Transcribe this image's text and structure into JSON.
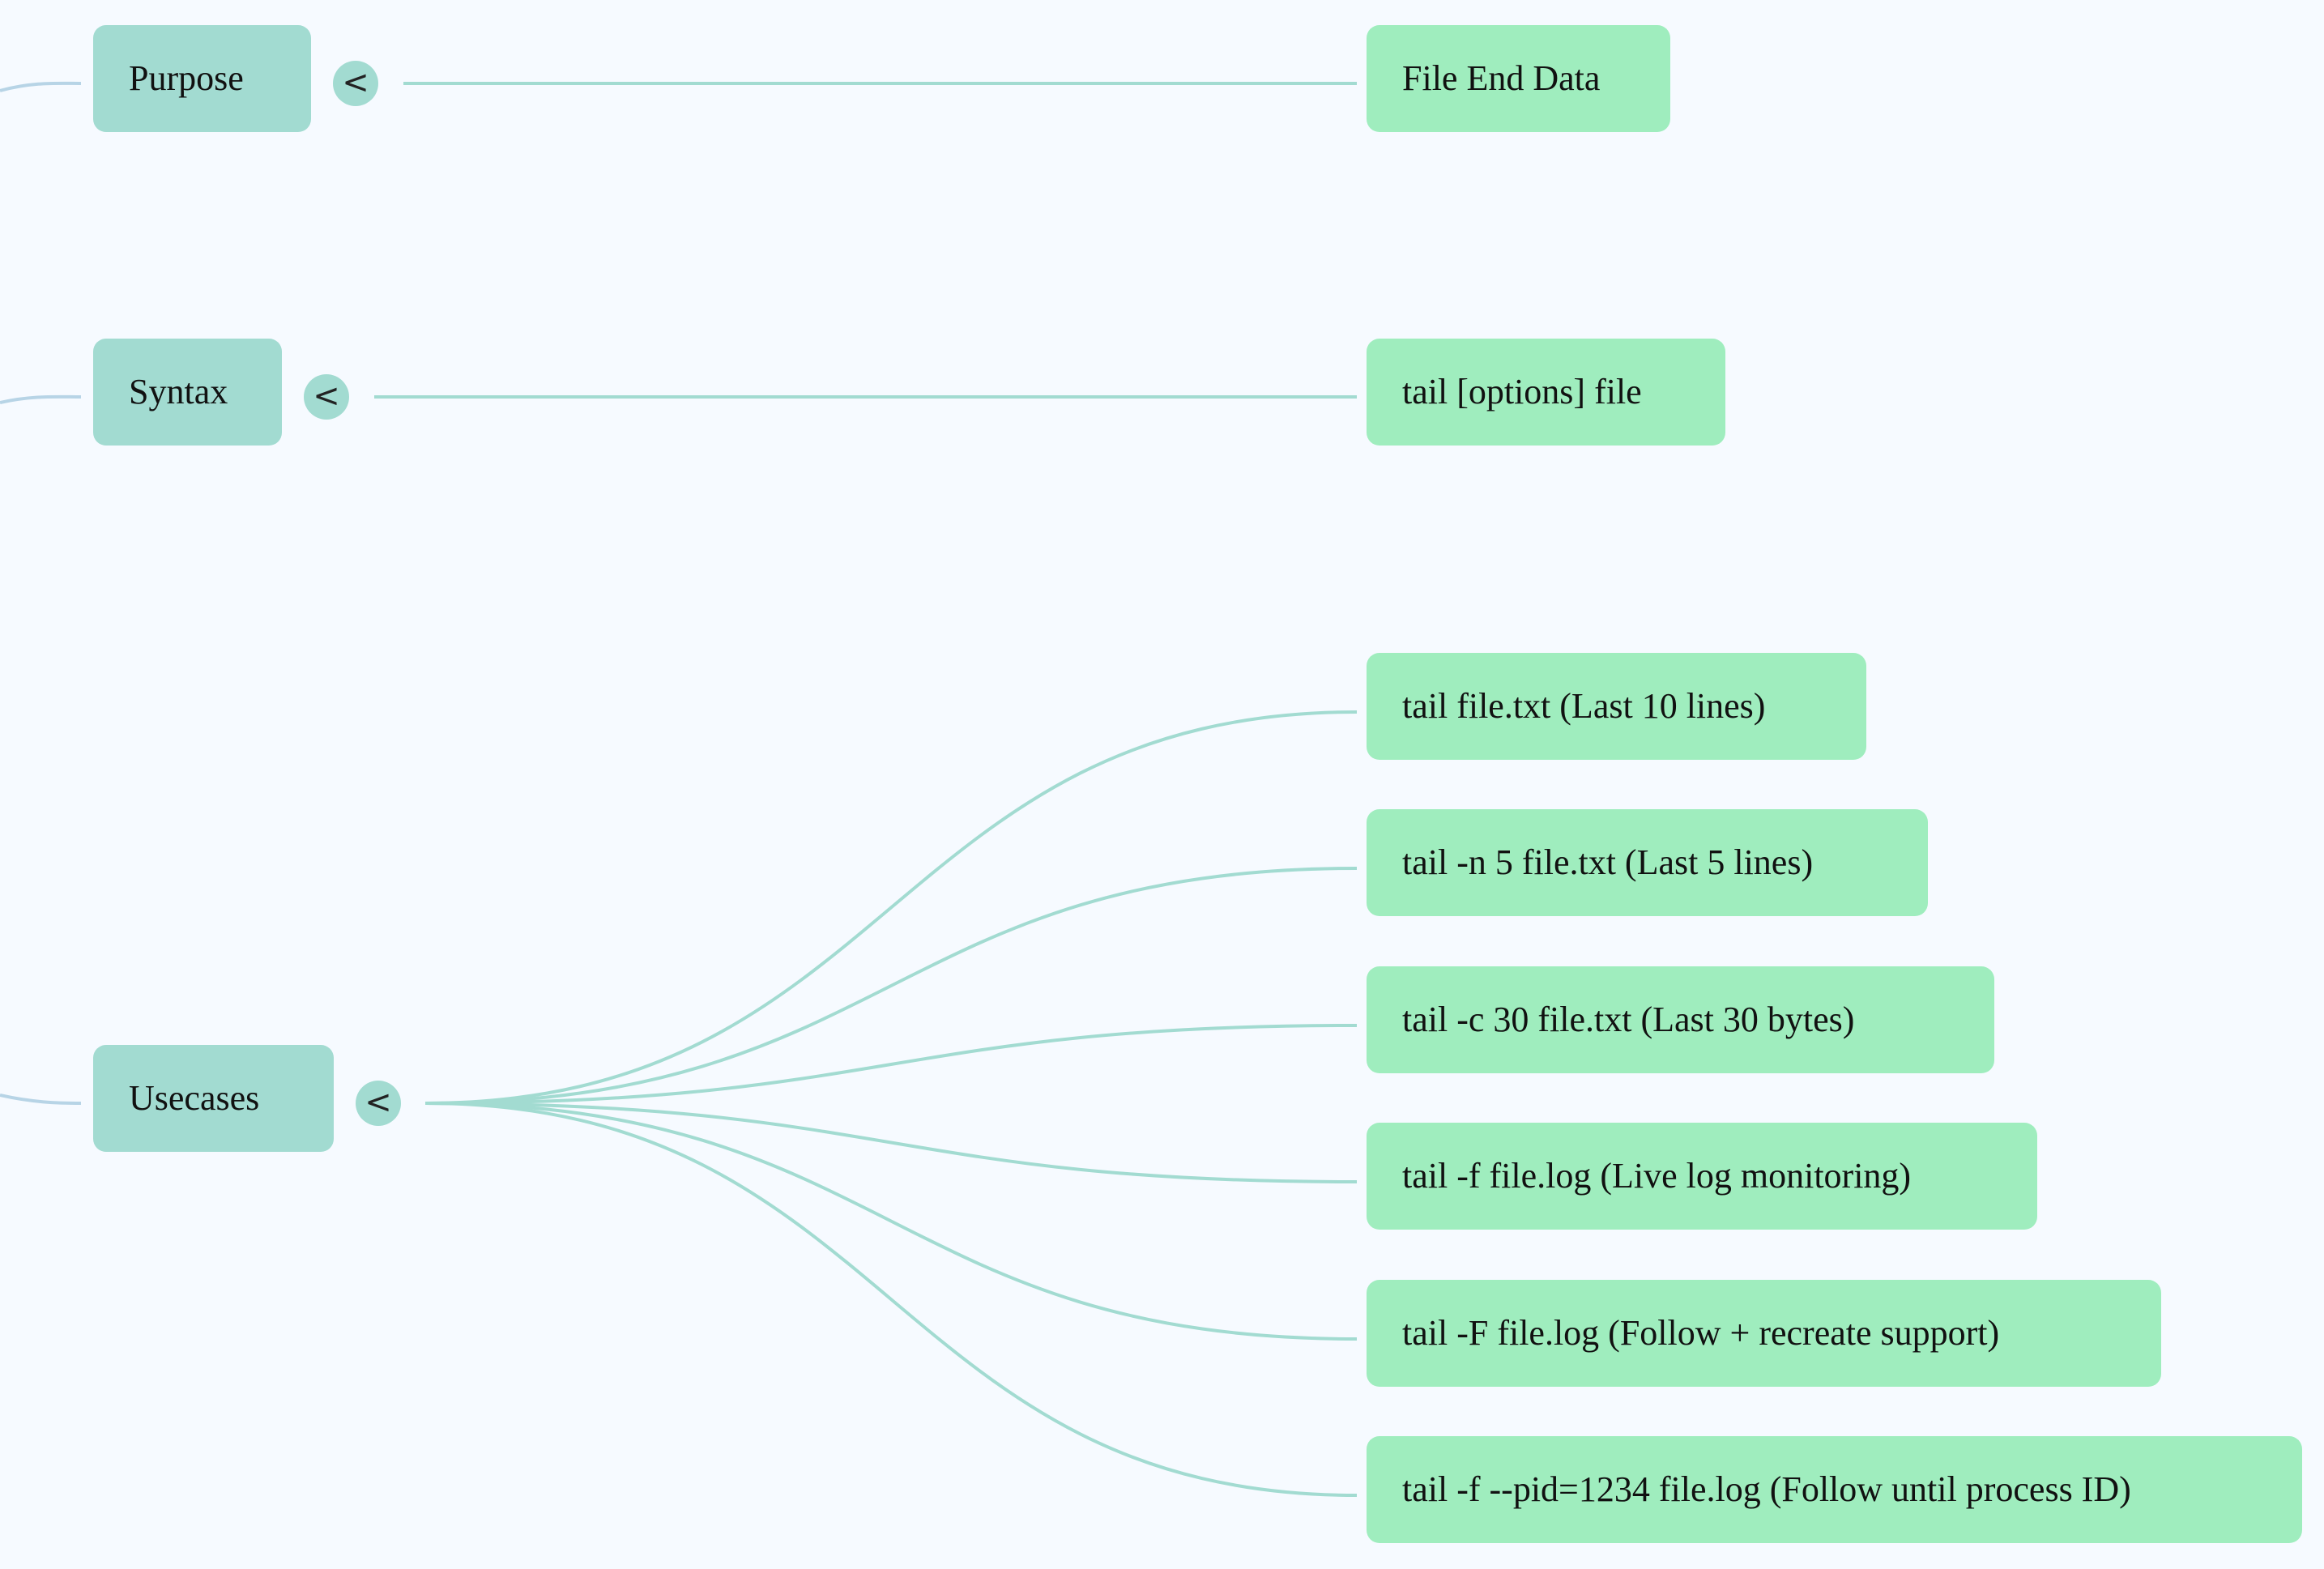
{
  "branches": [
    {
      "label": "Purpose",
      "toggle": "<",
      "children": [
        "File End Data"
      ]
    },
    {
      "label": "Syntax",
      "toggle": "<",
      "children": [
        "tail [options] file"
      ]
    },
    {
      "label": "Usecases",
      "toggle": "<",
      "children": [
        "tail file.txt (Last 10 lines)",
        "tail -n 5 file.txt (Last 5 lines)",
        "tail -c 30 file.txt (Last 30 bytes)",
        "tail -f file.log (Live log monitoring)",
        "tail -F file.log (Follow + recreate support)",
        "tail -f --pid=1234 file.log (Follow until process ID)"
      ]
    }
  ],
  "colors": {
    "background": "#f6faff",
    "branch_node": "#a2dbd1",
    "leaf_node": "#9fedbe",
    "link": "#a2dbd1",
    "parent_link": "#b7d4e6"
  }
}
